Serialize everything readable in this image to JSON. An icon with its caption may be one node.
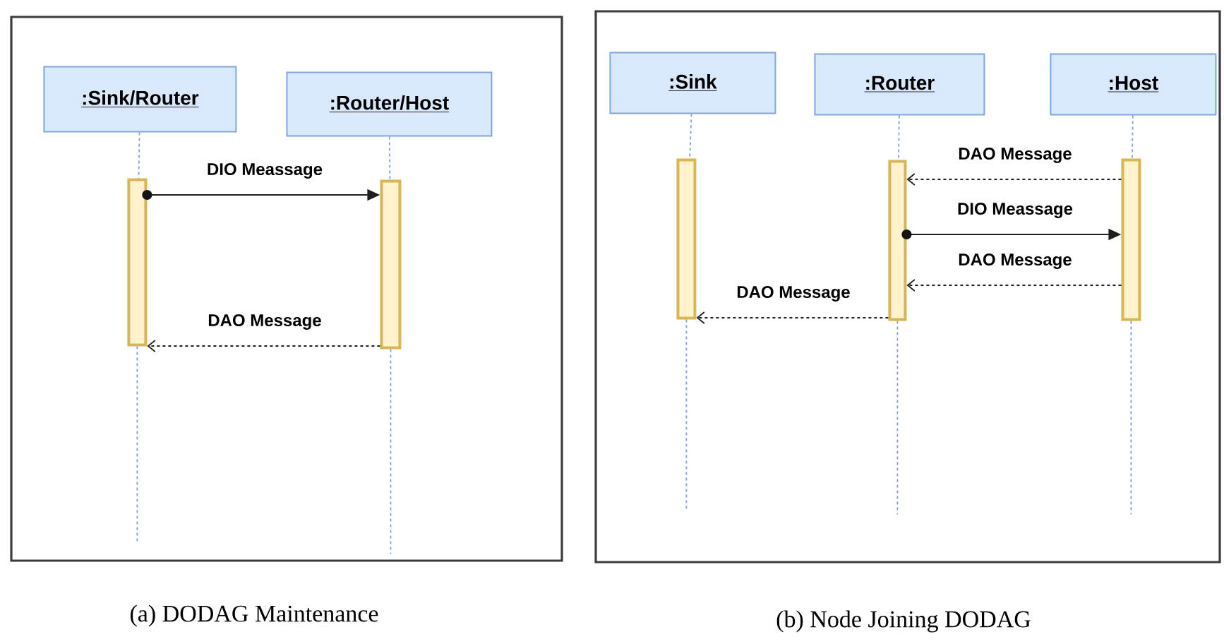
{
  "diagram": {
    "nodes": [
      {
        "text": [],
        "shape": "box",
        "beside": [
          "(a) DODAG Maintenance"
        ]
      },
      {
        "text": [
          ":Sink/Router"
        ],
        "in": 0
      },
      {
        "text": [
          ":Router/Host"
        ],
        "in": 0
      },
      {
        "text": [],
        "shape": "bar",
        "in": 0
      },
      {
        "text": [],
        "shape": "bar",
        "in": 0
      },
      {
        "text": [],
        "shape": "box",
        "beside": [
          "(b) Node Joining DODAG"
        ]
      },
      {
        "text": [
          ":Sink"
        ],
        "in": 5
      },
      {
        "text": [
          ":Router"
        ],
        "in": 5
      },
      {
        "text": [
          ":Host"
        ],
        "in": 5
      },
      {
        "text": [],
        "shape": "bar",
        "in": 5
      },
      {
        "text": [],
        "shape": "bar",
        "in": 5
      },
      {
        "text": [],
        "shape": "bar",
        "in": 5
      }
    ],
    "edges": [
      {
        "from": 1,
        "to": 3,
        "arrow": "none",
        "style": "dashed",
        "color": "#7f9fd8"
      },
      {
        "from": 3,
        "to": null,
        "arrow": "none",
        "style": "dashed",
        "color": "#7f9fd8"
      },
      {
        "from": 2,
        "to": 4,
        "arrow": "none",
        "style": "dashed",
        "color": "#7f9fd8"
      },
      {
        "from": 4,
        "to": null,
        "arrow": "none",
        "style": "dashed",
        "color": "#7f9fd8"
      },
      {
        "from": 3,
        "to": 4,
        "arrow": "to",
        "label": "DIO Meassage",
        "color": "#1e1e1e"
      },
      {
        "from": 4,
        "to": 3,
        "arrow": "to",
        "style": "dashed",
        "label": "DAO Message",
        "color": "#1e1e1e"
      },
      {
        "from": 6,
        "to": 9,
        "arrow": "none",
        "style": "dashed",
        "color": "#7f9fd8"
      },
      {
        "from": 9,
        "to": null,
        "arrow": "none",
        "style": "dashed",
        "color": "#7f9fd8"
      },
      {
        "from": 7,
        "to": 10,
        "arrow": "none",
        "style": "dashed",
        "color": "#7f9fd8"
      },
      {
        "from": 10,
        "to": null,
        "arrow": "none",
        "style": "dashed",
        "color": "#7f9fd8"
      },
      {
        "from": 8,
        "to": 11,
        "arrow": "none",
        "style": "dashed",
        "color": "#7f9fd8"
      },
      {
        "from": 11,
        "to": null,
        "arrow": "none",
        "style": "dashed",
        "color": "#7f9fd8"
      },
      {
        "from": 11,
        "to": 10,
        "arrow": "to",
        "style": "dashed",
        "label": "DAO Message",
        "color": "#1e1e1e"
      },
      {
        "from": 10,
        "to": 11,
        "arrow": "to",
        "label": "DIO Meassage",
        "color": "#1e1e1e"
      },
      {
        "from": 11,
        "to": 10,
        "arrow": "to",
        "style": "dashed",
        "label": "DAO Message",
        "color": "#1e1e1e"
      },
      {
        "from": 10,
        "to": 9,
        "arrow": "to",
        "style": "dashed",
        "label": "DAO Message",
        "color": "#1e1e1e"
      }
    ]
  }
}
